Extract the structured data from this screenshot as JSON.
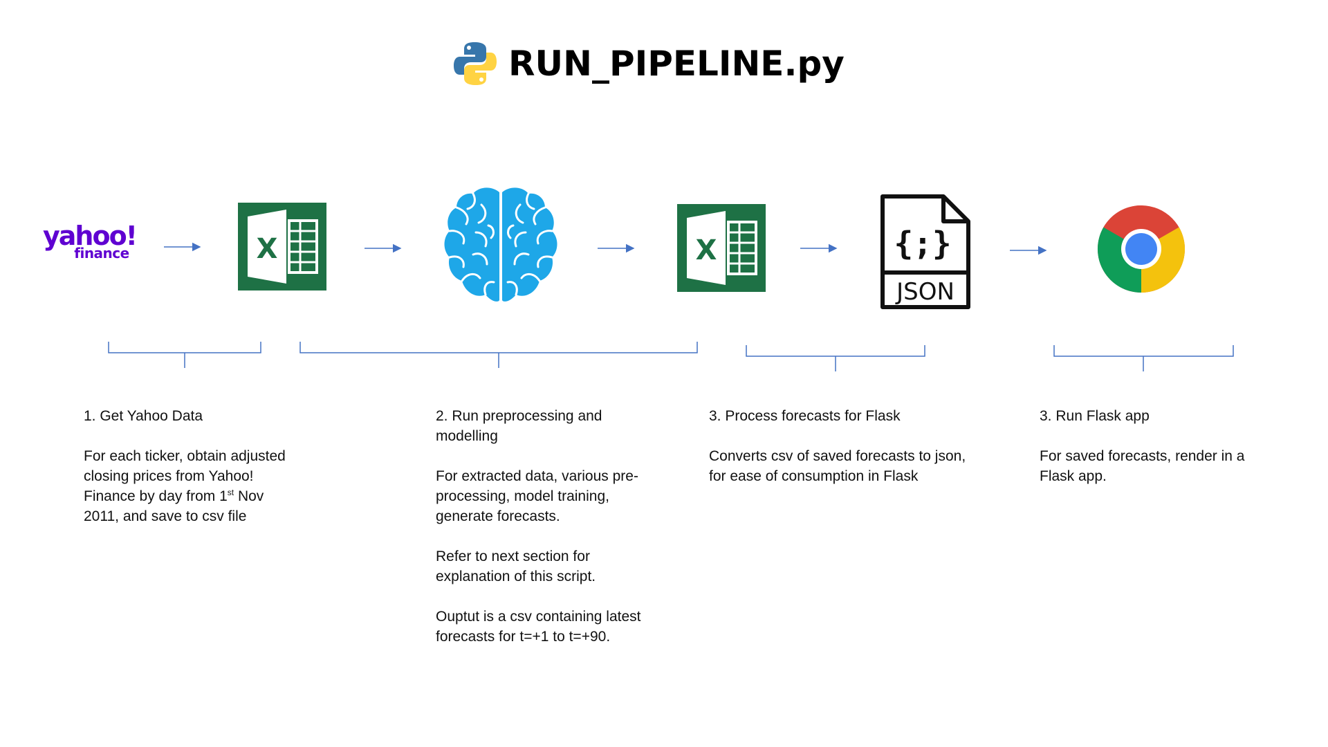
{
  "title": {
    "text": "RUN_PIPELINE.py",
    "icon": "python-logo-icon"
  },
  "logos": {
    "yahoo_word": "yahoo!",
    "yahoo_sub": "finance",
    "excel_letter": "X",
    "json_label": "JSON",
    "json_glyph": "{;}"
  },
  "colors": {
    "arrow": "#4472c4",
    "brace": "#4472c4",
    "excel_green": "#1e7145",
    "yahoo_purple": "#5f01d1",
    "brain_blue": "#1ea7e8"
  },
  "flow": [
    "yahoo-finance-icon",
    "excel-icon",
    "brain-icon",
    "excel-icon",
    "json-file-icon",
    "chrome-icon"
  ],
  "steps": [
    {
      "heading": "1. Get Yahoo Data",
      "desc_pre": "For each ticker, obtain adjusted\nclosing prices from Yahoo!\nFinance by day from 1",
      "desc_sup": "st",
      "desc_post": " Nov\n2011, and save to csv file"
    },
    {
      "heading": "2. Run preprocessing and\nmodelling",
      "desc": "For extracted data, various pre-\nprocessing, model training,\ngenerate forecasts.",
      "desc2": "Refer to next section for\nexplanation of this script.",
      "desc3": "Ouptut is a csv containing latest\nforecasts for t=+1 to t=+90."
    },
    {
      "heading": "3. Process forecasts for Flask",
      "desc": "Converts csv of saved forecasts to json,\nfor ease of consumption in Flask"
    },
    {
      "heading": "3. Run Flask app",
      "desc": "For saved forecasts, render in a\nFlask app."
    }
  ]
}
